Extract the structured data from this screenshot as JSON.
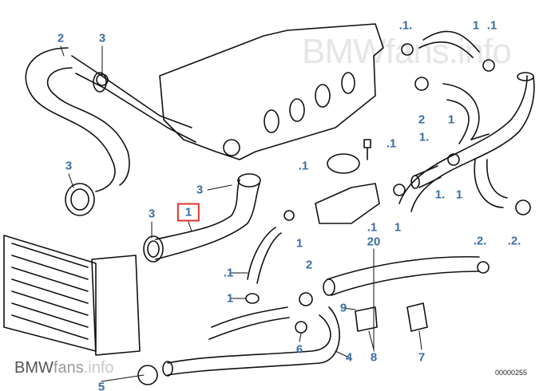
{
  "watermark": {
    "brand": "BMW",
    "fans": "fans",
    "info": ".info"
  },
  "watermark_top": "BMWfans.info",
  "diagram_number": "00000255",
  "labels": [
    "2",
    "3",
    "3",
    "3",
    "3",
    "1",
    ".1.",
    "1",
    ".1",
    "2",
    "1",
    ".1",
    "1.",
    ".1",
    "1.",
    "1",
    ".1",
    "1",
    "1",
    "20",
    ".2.",
    ".2.",
    "2",
    ".1",
    "1",
    "9",
    "6",
    "4",
    "8",
    "7",
    "5"
  ],
  "colors": {
    "label": "#3a6ea5",
    "highlight": "#d9342b"
  }
}
